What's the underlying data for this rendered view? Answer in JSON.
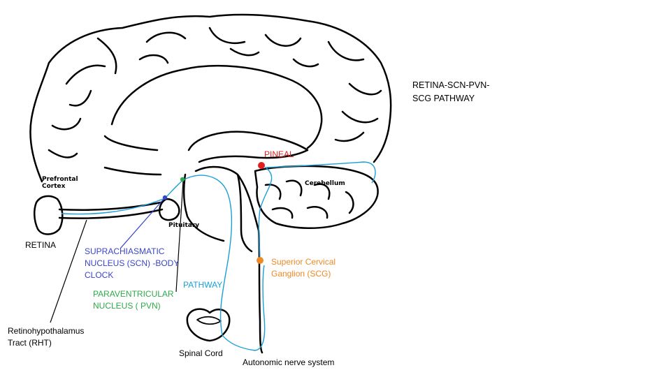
{
  "title": "RETINA-SCN-PVN-\nSCG PATHWAY",
  "labels": {
    "prefrontal_cortex": "Prefrontal\nCortex",
    "cerebellum": "Cerebellum",
    "pituitary": "Pituitary",
    "retina": "RETINA",
    "pineal": "PINEAL",
    "scn": "SUPRACHIASMATIC\nNUCLEUS (SCN) -BODY\nCLOCK",
    "pvn": "PARAVENTRICULAR\nNUCLEUS ( PVN)",
    "pathway": "PATHWAY",
    "scg": "Superior Cervical\nGanglion (SCG)",
    "rht": "Retinohypothalamus\nTract (RHT)",
    "spinal_cord": "Spinal Cord",
    "ans": "Autonomic nerve system"
  },
  "colors": {
    "pineal": "#e02020",
    "scn": "#3a46c8",
    "pvn": "#2eaa4a",
    "pathway": "#1aa0d6",
    "scg": "#ee8a26",
    "ink": "#000000"
  }
}
